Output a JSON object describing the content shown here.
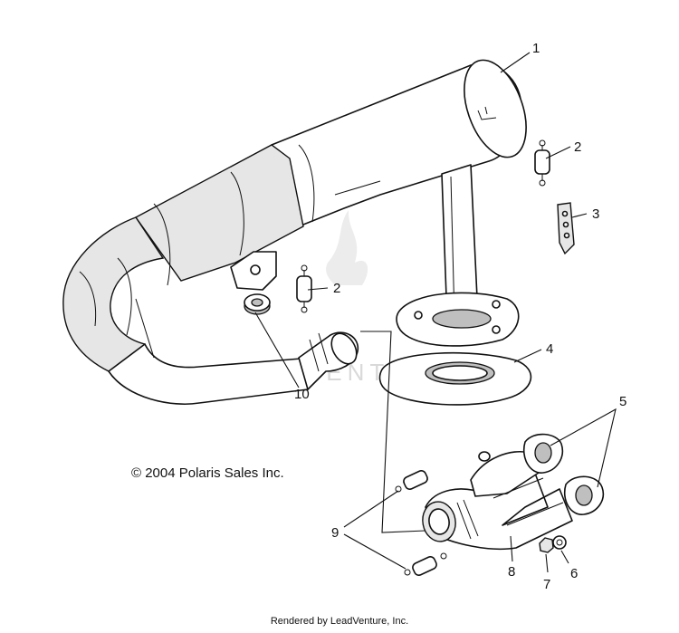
{
  "callouts": {
    "c1": "1",
    "c2a": "2",
    "c2b": "2",
    "c3": "3",
    "c4": "4",
    "c5": "5",
    "c6": "6",
    "c7": "7",
    "c8": "8",
    "c9": "9",
    "c10": "10"
  },
  "copyright": "© 2004 Polaris Sales Inc.",
  "footer": "Rendered by LeadVenture, Inc.",
  "watermark": "LEADVENTURE",
  "colors": {
    "line": "#111111",
    "shade": "#e6e6e6",
    "watermark": "#d9d9d9"
  }
}
